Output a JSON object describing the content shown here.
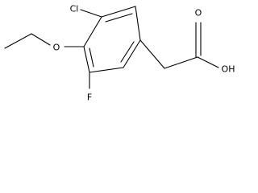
{
  "molecule": {
    "atoms": {
      "chlorine": "Cl",
      "ether_oxygen": "O",
      "fluorine": "F",
      "hydroxyl": "OH",
      "carbonyl_oxygen": "O"
    },
    "colors": {
      "bond": "#000000",
      "label": "#000000",
      "background": "#ffffff"
    }
  }
}
